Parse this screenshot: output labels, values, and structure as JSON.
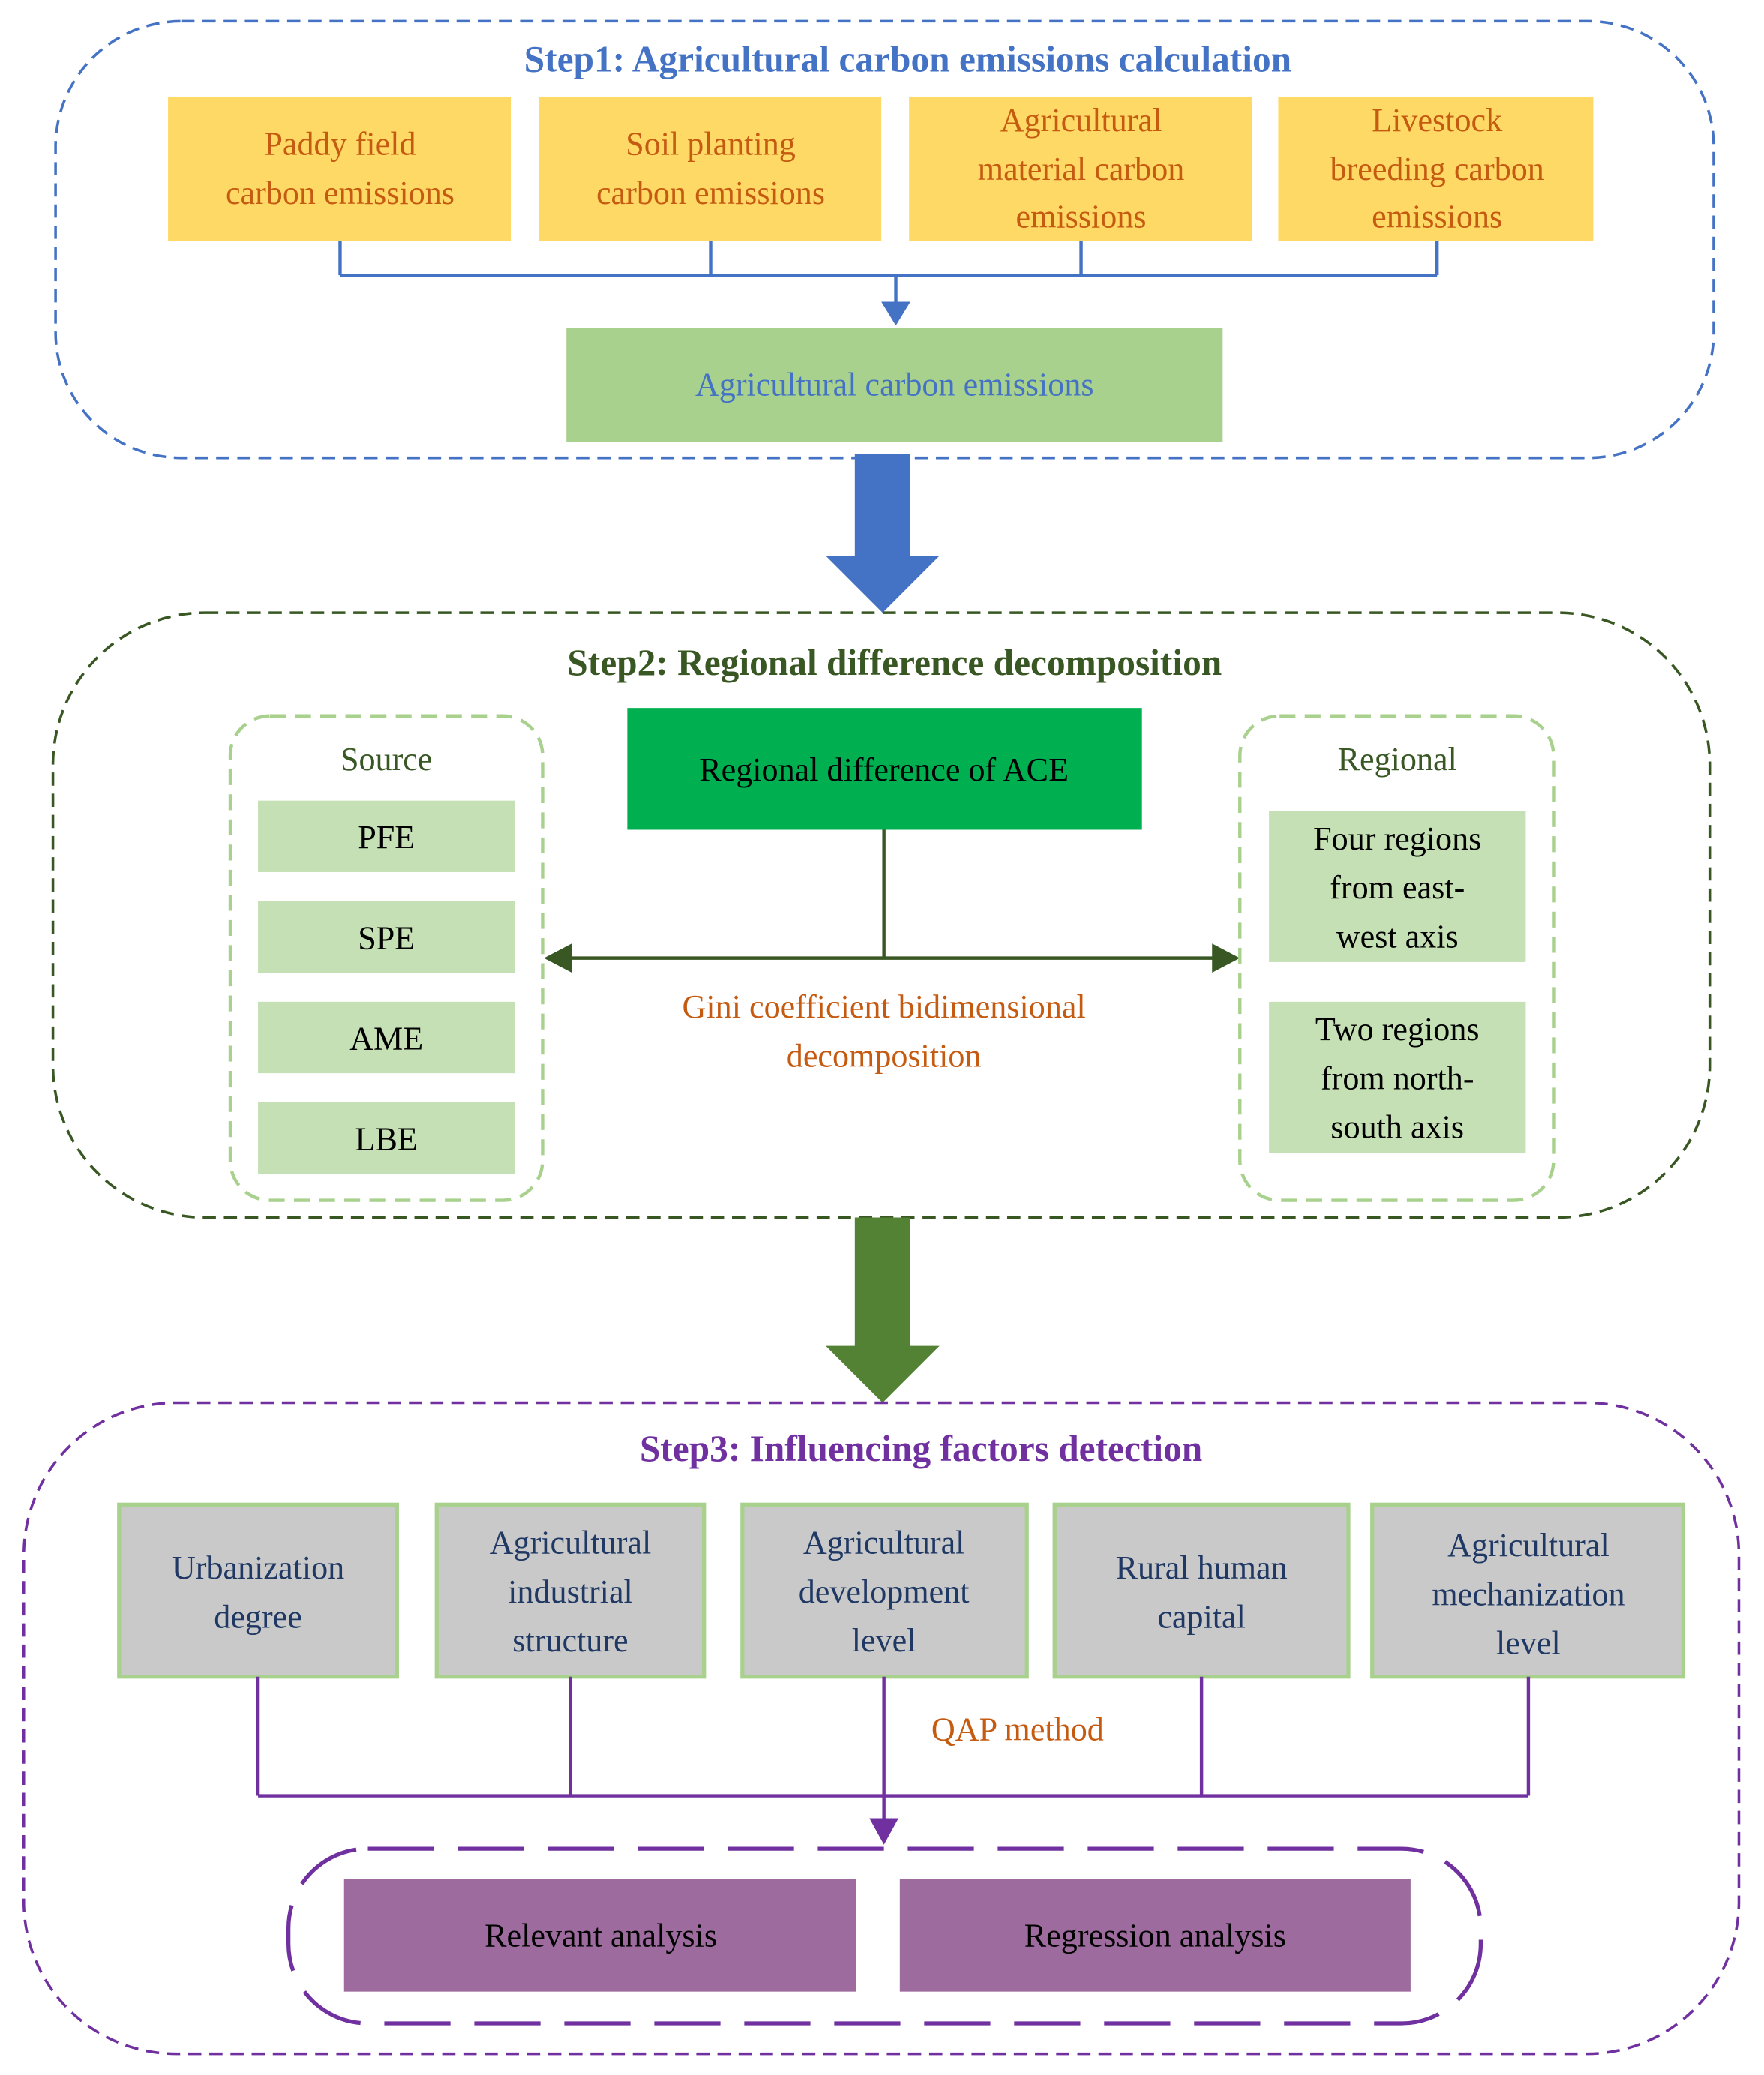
{
  "colors": {
    "step1_accent": "#4472C4",
    "step1_box_fill": "#FFD966",
    "step1_box_text": "#C55A11",
    "step1_result_fill": "#A9D18E",
    "step2_accent": "#385723",
    "step2_inner_border": "#A9D18E",
    "step2_center_fill": "#00B050",
    "step2_item_fill": "#C5E0B4",
    "step2_arrow": "#548235",
    "orange_text": "#C55A11",
    "step3_accent": "#7030A0",
    "step3_box_fill": "#C9C9C9",
    "step3_box_border": "#A9D18E",
    "step3_box_text": "#1F3864",
    "step3_result_fill": "#9E6B9E"
  },
  "step1": {
    "title": "Step1: Agricultural carbon emissions calculation",
    "boxes": [
      [
        "Paddy field",
        "carbon emissions"
      ],
      [
        "Soil planting",
        "carbon emissions"
      ],
      [
        "Agricultural",
        "material carbon",
        "emissions"
      ],
      [
        "Livestock",
        "breeding carbon",
        "emissions"
      ]
    ],
    "result": "Agricultural carbon emissions"
  },
  "step2": {
    "title": "Step2: Regional difference decomposition",
    "source_title": "Source",
    "source_items": [
      "PFE",
      "SPE",
      "AME",
      "LBE"
    ],
    "center": "Regional difference of ACE",
    "method": [
      "Gini coefficient bidimensional",
      "decomposition"
    ],
    "regional_title": "Regional",
    "regional_items": [
      [
        "Four regions",
        "from east-",
        "west axis"
      ],
      [
        "Two regions",
        "from north-",
        "south axis"
      ]
    ]
  },
  "step3": {
    "title": "Step3: Influencing factors detection",
    "factors": [
      [
        "Urbanization",
        "degree"
      ],
      [
        "Agricultural",
        "industrial",
        "structure"
      ],
      [
        "Agricultural",
        "development",
        "level"
      ],
      [
        "Rural human",
        "capital"
      ],
      [
        "Agricultural",
        "mechanization",
        "level"
      ]
    ],
    "method": "QAP method",
    "results": [
      "Relevant analysis",
      "Regression analysis"
    ]
  }
}
